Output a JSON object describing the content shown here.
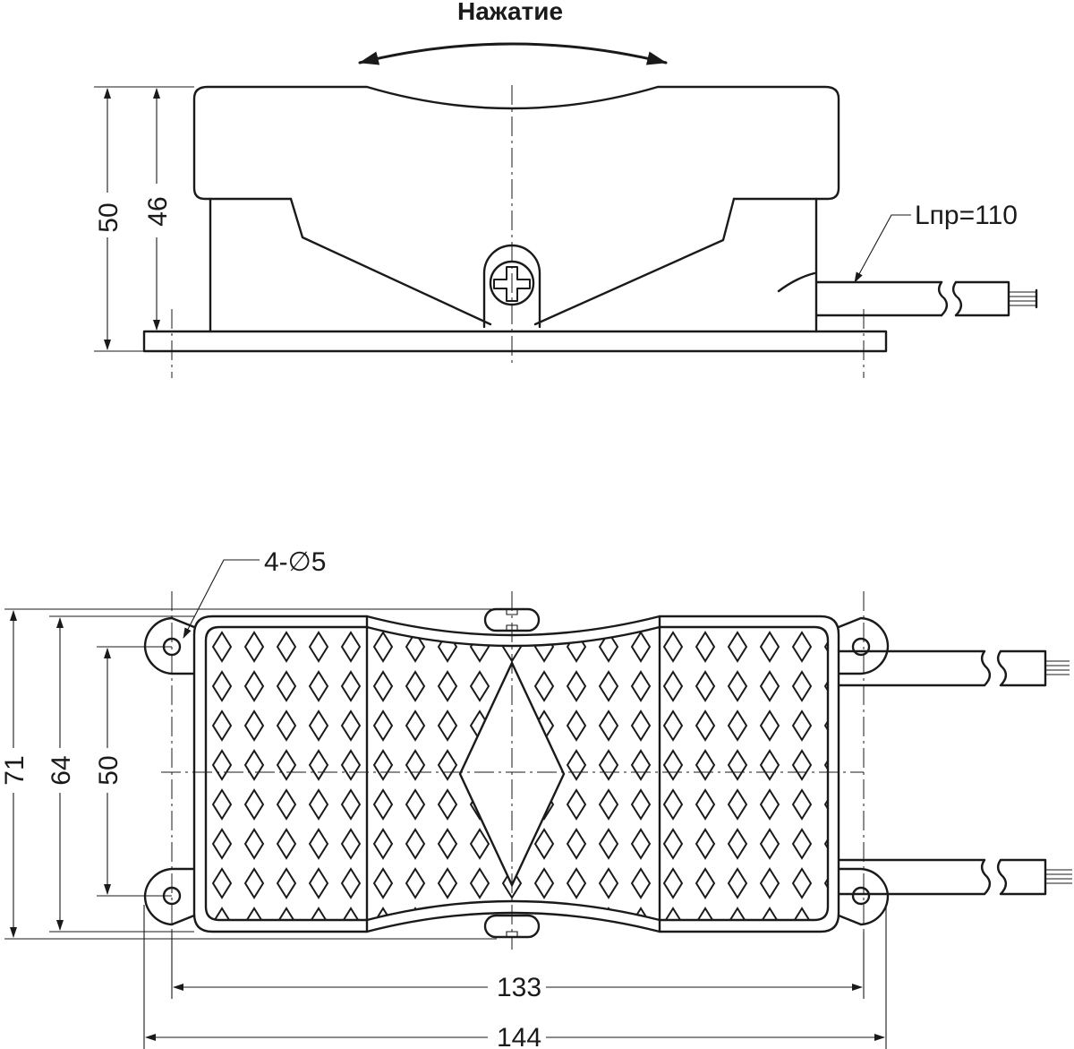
{
  "side_view": {
    "press_label": "Нажатие",
    "dim_total_height": "50",
    "dim_body_height": "46",
    "cable_length_label": "Lпр=110"
  },
  "top_view": {
    "holes_label": "4-∅5",
    "dim_71": "71",
    "dim_64": "64",
    "dim_50": "50",
    "dim_133": "133",
    "dim_144": "144"
  }
}
